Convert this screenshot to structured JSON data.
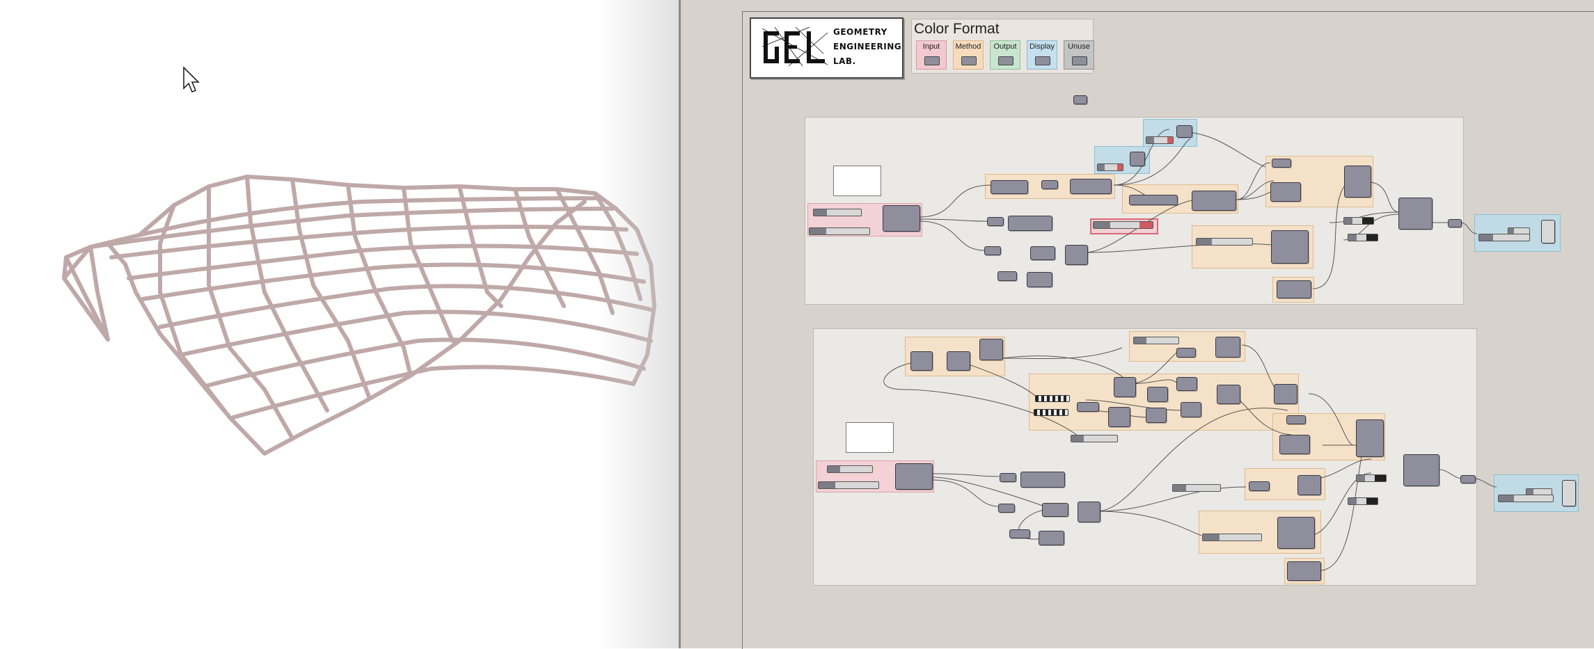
{
  "viewport": {
    "mesh_color": "#bfa9a8",
    "background": "#ffffff"
  },
  "canvas": {
    "background": "#d7d3cc",
    "logo": {
      "line1": "GEOMETRY",
      "line2": "ENGINEERING",
      "line3": "LAB."
    },
    "legend": {
      "title": "Color Format",
      "items": [
        {
          "label": "Input",
          "color": "#f1c9cf"
        },
        {
          "label": "Method",
          "color": "#f6dcbc"
        },
        {
          "label": "Output",
          "color": "#c9e5cf"
        },
        {
          "label": "Display",
          "color": "#c5e0ef"
        },
        {
          "label": "Unuse",
          "color": "#c4c4c4"
        }
      ]
    },
    "node_color": "#8f8e9d"
  }
}
